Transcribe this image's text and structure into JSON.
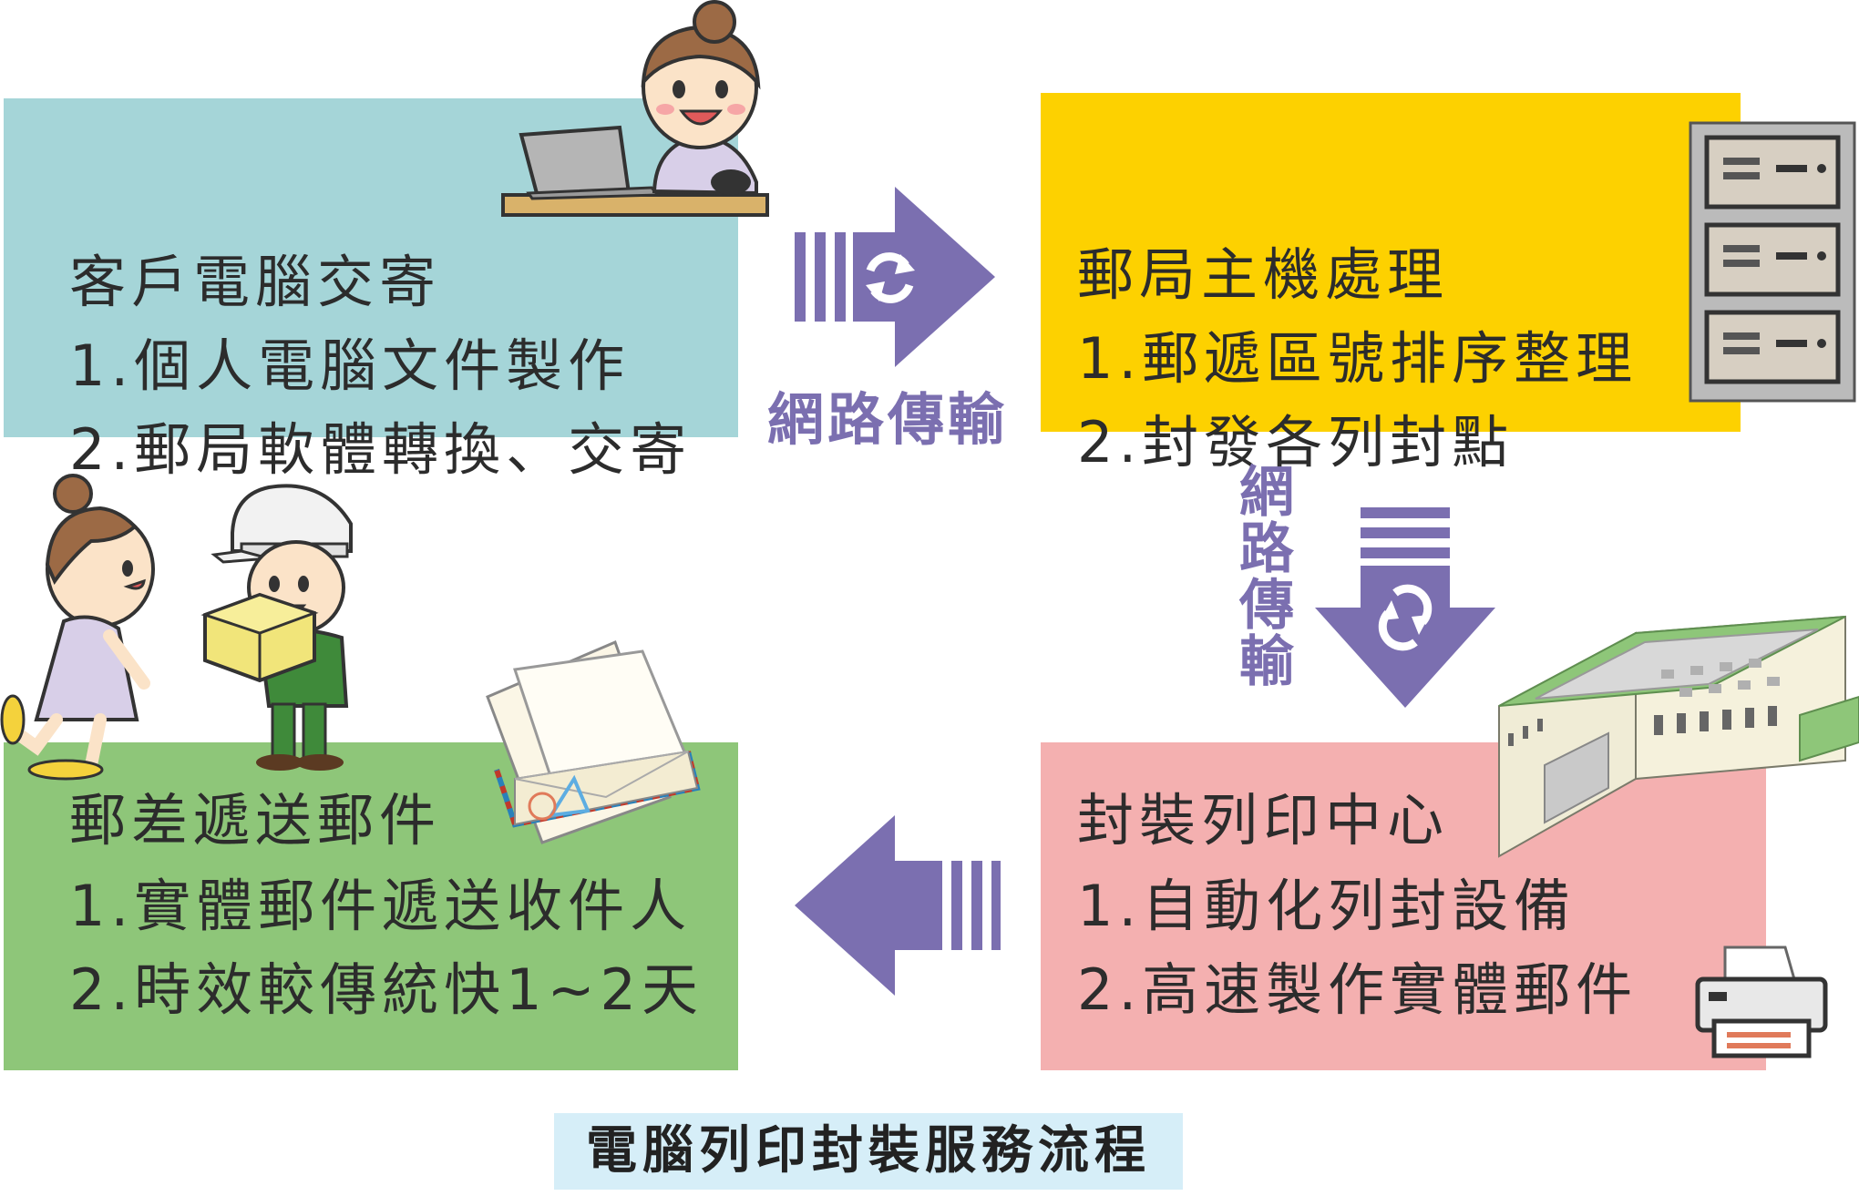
{
  "steps": [
    {
      "title": "客戶電腦交寄",
      "line1": "1.個人電腦文件製作",
      "line2": "2.郵局軟體轉換、交寄"
    },
    {
      "title": "郵局主機處理",
      "line1": "1.郵遞區號排序整理",
      "line2": "2.封發各列封點"
    },
    {
      "title": "封裝列印中心",
      "line1": "1.自動化列封設備",
      "line2": "2.高速製作實體郵件"
    },
    {
      "title": "郵差遞送郵件",
      "line1": "1.實體郵件遞送收件人",
      "line2": "2.時效較傳統快1~2天"
    }
  ],
  "arrows": {
    "right_label": "網路傳輸",
    "down_label": [
      "網",
      "路",
      "傳",
      "輸"
    ]
  },
  "caption": "電腦列印封裝服務流程",
  "colors": {
    "step1": "#a5d5d8",
    "step2": "#fdd100",
    "step3": "#f4b0b0",
    "step4": "#8ec679",
    "arrow": "#7b6fb0"
  }
}
